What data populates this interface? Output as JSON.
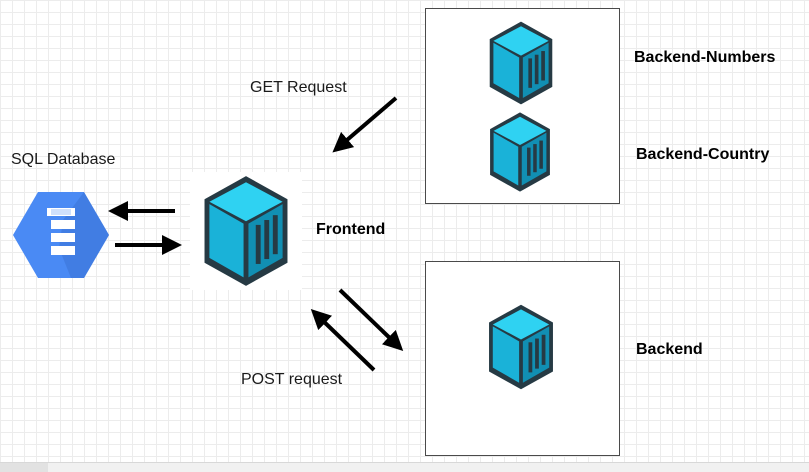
{
  "labels": {
    "sql_database": "SQL Database",
    "get_request": "GET Request",
    "post_request": "POST request",
    "frontend": "Frontend",
    "backend_numbers": "Backend-Numbers",
    "backend_country": "Backend-Country",
    "backend": "Backend"
  },
  "colors": {
    "container_top": "#2fd2f2",
    "container_front": "#1ab2d8",
    "container_side": "#118fb3",
    "container_outline": "#263a44",
    "database_blue": "#4a8af4",
    "arrow": "#000000"
  },
  "icons": {
    "container": "docker-container-icon",
    "database": "cloud-sql-icon"
  }
}
